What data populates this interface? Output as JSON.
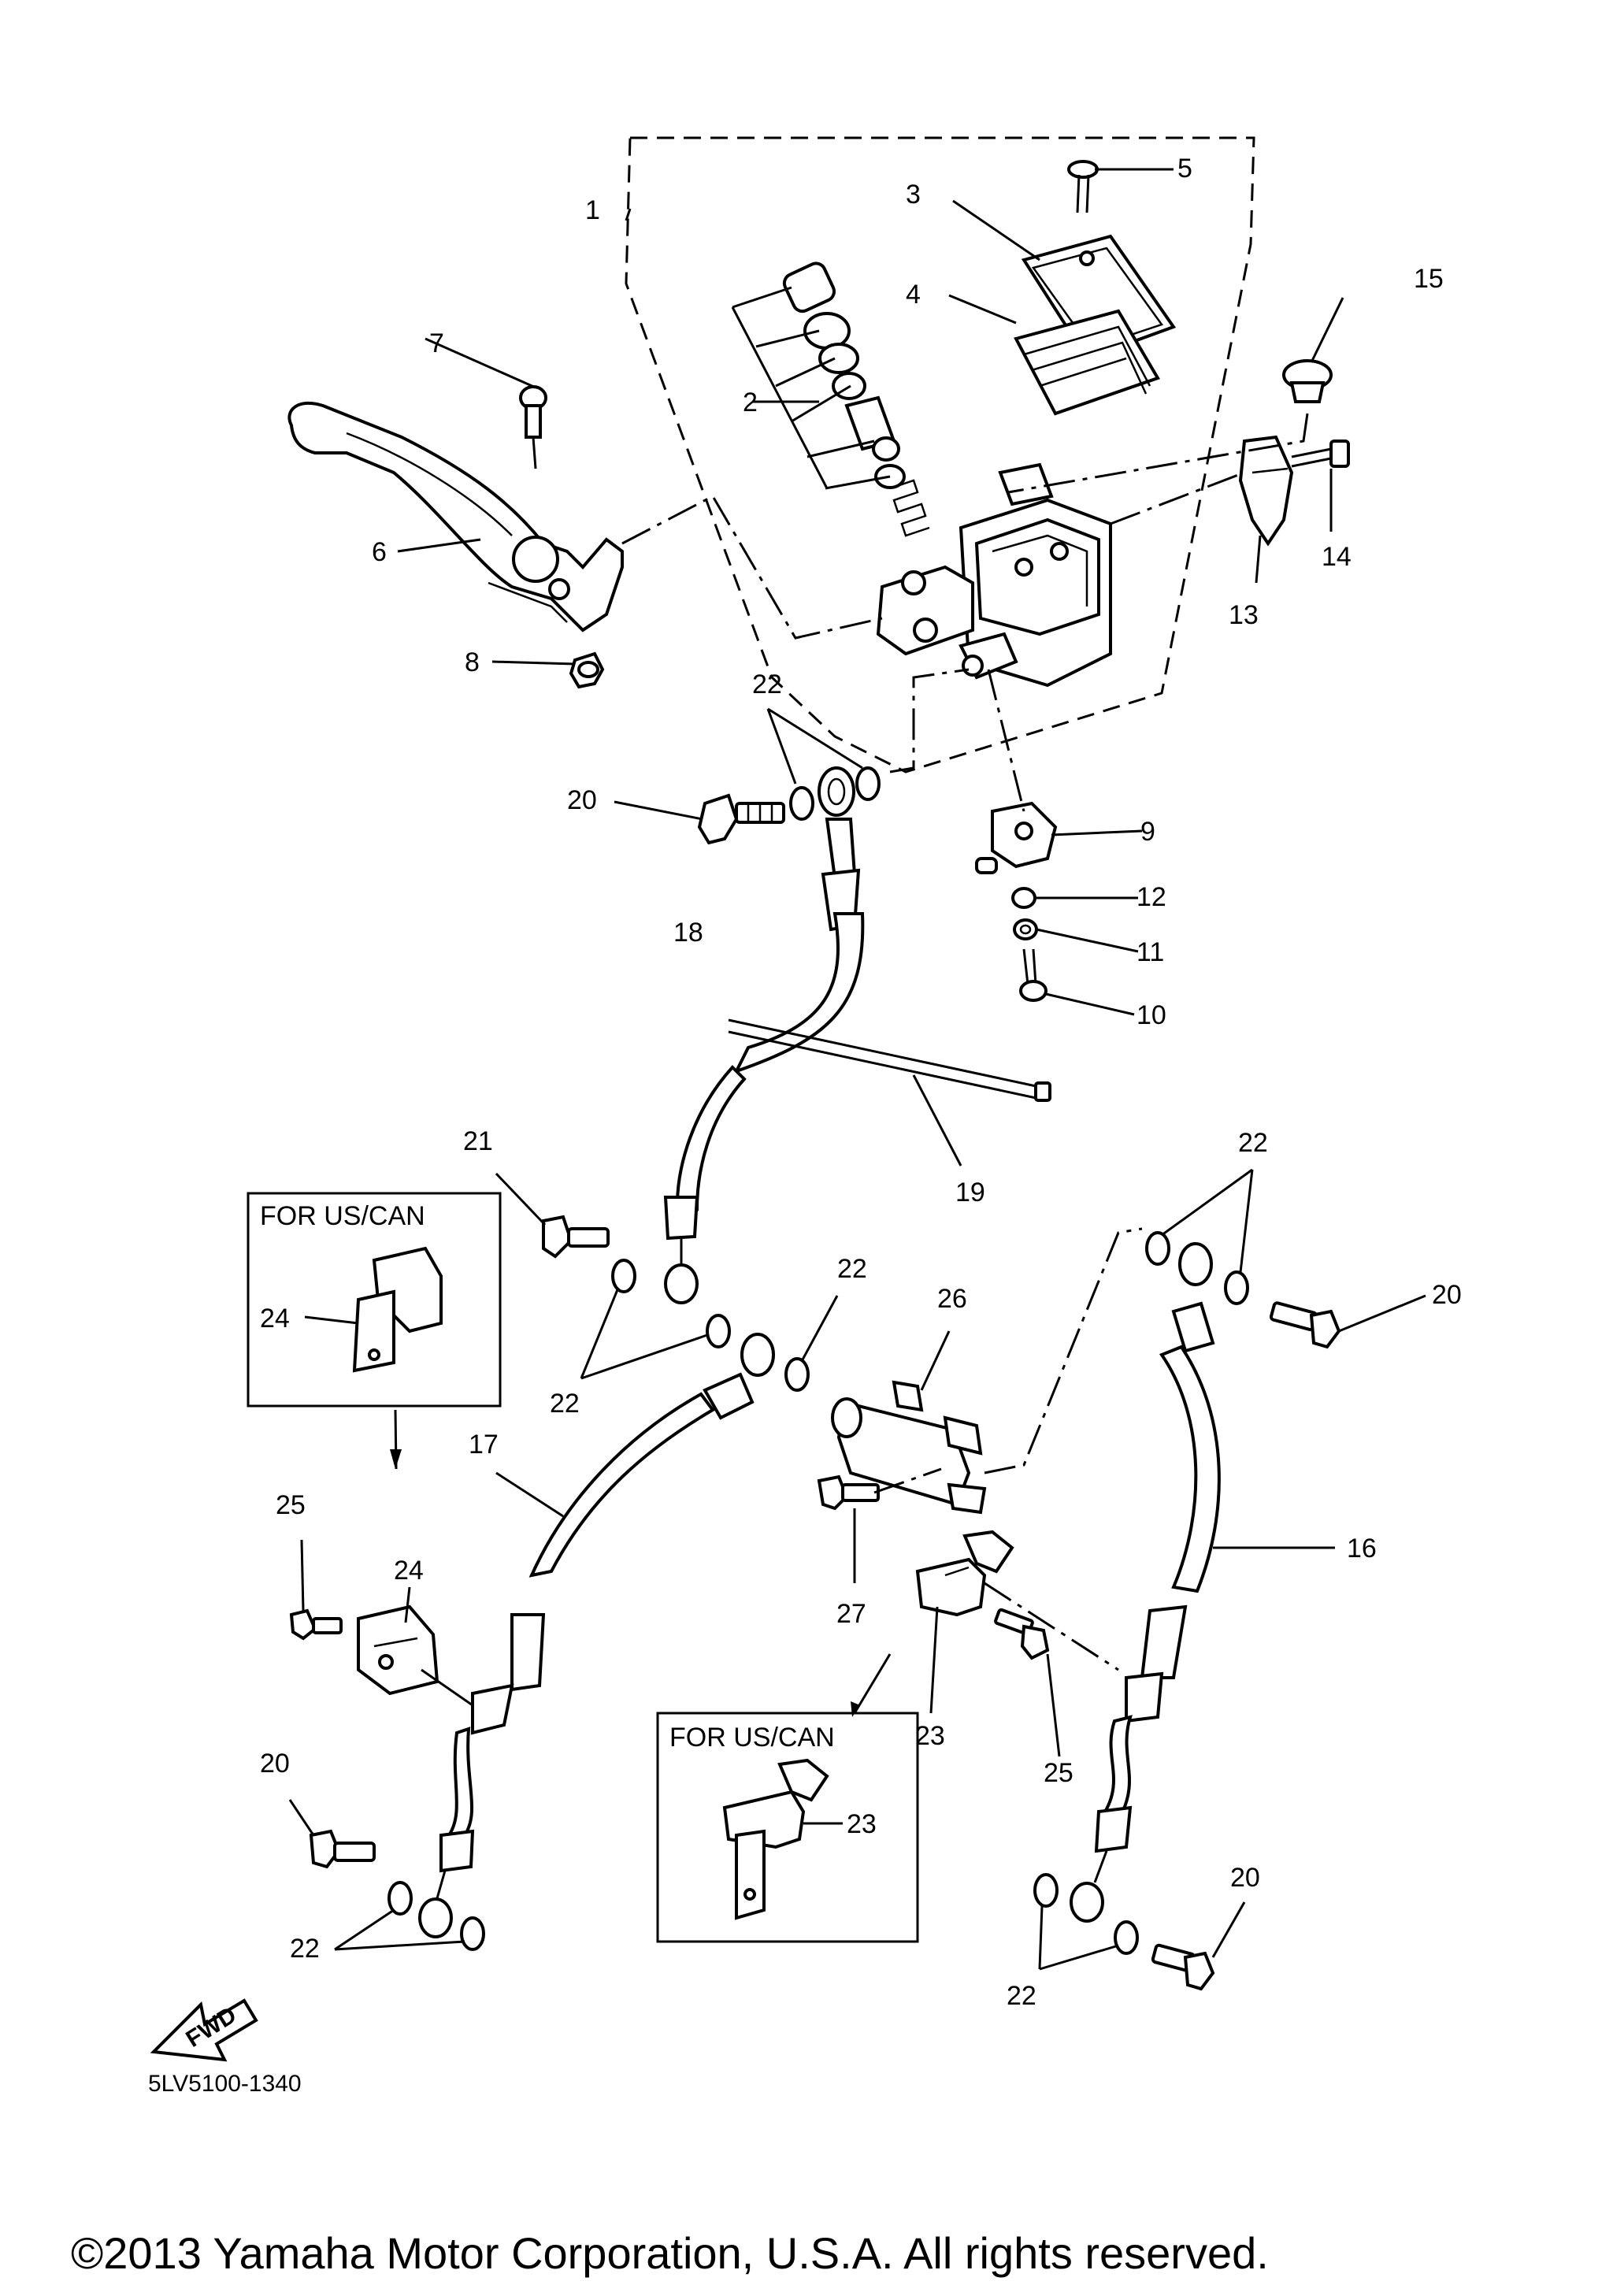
{
  "labels": {
    "l1": "1",
    "l2": "2",
    "l3": "3",
    "l4": "4",
    "l5": "5",
    "l6": "6",
    "l7": "7",
    "l8": "8",
    "l9": "9",
    "l10": "10",
    "l11": "11",
    "l12": "12",
    "l13": "13",
    "l14": "14",
    "l15": "15",
    "l16": "16",
    "l17": "17",
    "l18": "18",
    "l19": "19",
    "l20a": "20",
    "l20b": "20",
    "l20c": "20",
    "l20d": "20",
    "l21": "21",
    "l22a": "22",
    "l22b": "22",
    "l22c": "22",
    "l22d": "22",
    "l22e": "22",
    "l22f": "22",
    "l23a": "23",
    "l23b": "23",
    "l24a": "24",
    "l24b": "24",
    "l25a": "25",
    "l25b": "25",
    "l26": "26",
    "l27": "27"
  },
  "inset_boxes": {
    "left_title": "FOR US/CAN",
    "bottom_title": "FOR US/CAN"
  },
  "fwd_label": "FWD",
  "diagram_code": "5LV5100-1340",
  "copyright": "©2013 Yamaha Motor Corporation, U.S.A. All rights reserved."
}
